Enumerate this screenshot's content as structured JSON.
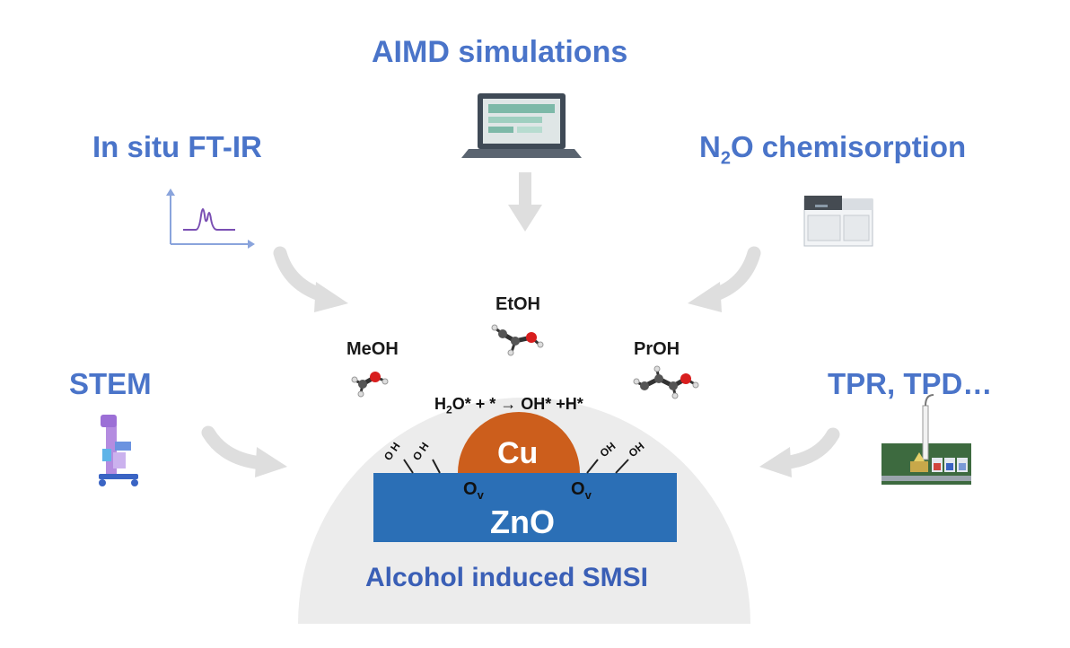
{
  "techniques": {
    "aimd": "AIMD simulations",
    "ftir": "In situ FT-IR",
    "n2o_main": "N",
    "n2o_sub": "2",
    "n2o_rest": "O chemisorption",
    "stem": "STEM",
    "tpr": "TPR, TPD…"
  },
  "molecules": {
    "etoh": "EtOH",
    "meoh": "MeOH",
    "proh": "PrOH"
  },
  "reaction": {
    "h2o_H": "H",
    "h2o_sub": "2",
    "rest": "O* + * → OH* +H*"
  },
  "surface": {
    "cu": "Cu",
    "zno": "ZnO",
    "ov": "O",
    "ov_sub": "v",
    "oh": "OH",
    "oh_tilted": "O H"
  },
  "caption": "Alcohol induced SMSI",
  "colors": {
    "title_blue": "#4a74c9",
    "cu_orange": "#cc5e1c",
    "zno_blue": "#2b6fb6",
    "dome_gray": "#ececec",
    "arrow_gray": "#dedede"
  }
}
